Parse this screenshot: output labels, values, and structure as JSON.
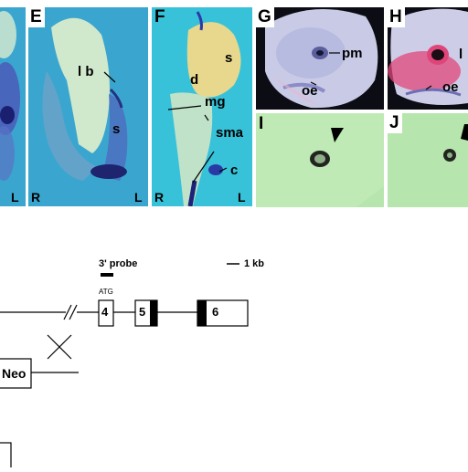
{
  "panels": {
    "left": {
      "side_label": "L"
    },
    "E": {
      "label": "E",
      "annotations": [
        "l b",
        "s"
      ],
      "side_left": "R",
      "side_right": "L"
    },
    "F": {
      "label": "F",
      "annotations": [
        "s",
        "d",
        "mg",
        "sma",
        "c"
      ],
      "side_left": "R",
      "side_right": "L"
    },
    "G": {
      "label": "G",
      "annotations": [
        "pm",
        "oe"
      ]
    },
    "H": {
      "label": "H",
      "annotations": [
        "l",
        "oe"
      ]
    },
    "I": {
      "label": "I"
    },
    "J": {
      "label": "J"
    }
  },
  "diagram": {
    "probe_label": "3' probe",
    "scale_label": "1 kb",
    "atg_label": "ATG",
    "exons": [
      "4",
      "5",
      "6"
    ],
    "neo_label": "Neo"
  },
  "colors": {
    "panel_bg_blue": "#3aa6cf",
    "panel_bg_teal": "#37c2d9",
    "green_bg": "#b6e6ad",
    "stain_blue": "#2a2f9e",
    "stain_pink": "#e0457a"
  }
}
